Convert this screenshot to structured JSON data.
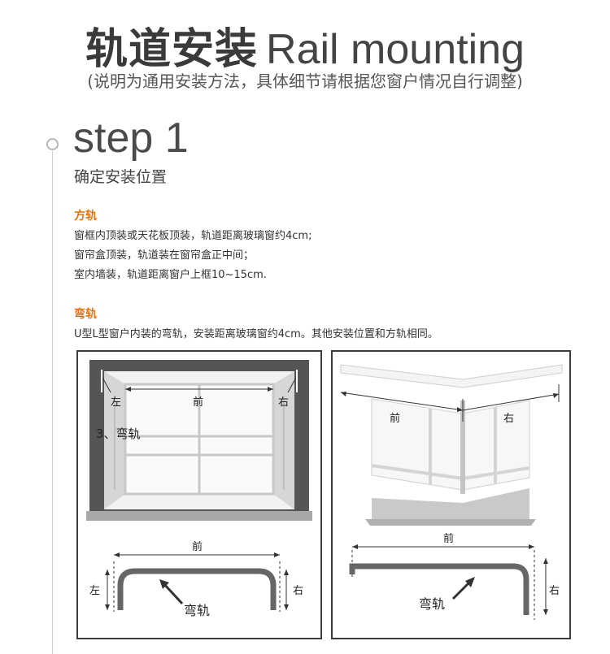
{
  "header": {
    "title_zh": "轨道安装",
    "title_en": "Rail mounting",
    "subtitle": "(说明为通用安装方法，具体细节请根据您窗户情况自行调整)"
  },
  "step": {
    "title": "step 1",
    "subtitle": "确定安装位置"
  },
  "square_rail": {
    "heading": "方轨",
    "lines": [
      "窗框内顶装或天花板顶装，轨道距离玻璃窗约4cm;",
      "窗帘盒顶装，轨道装在窗帘盒正中间；",
      "室内墙装，轨道距离窗户上框10~15cm."
    ]
  },
  "curved_rail": {
    "heading": "弯轨",
    "lines": [
      "U型L型窗户内装的弯轨，安装距离玻璃窗约4cm。其他安装位置和方轨相同。"
    ]
  },
  "diagram_u": {
    "label_left": "左",
    "label_front": "前",
    "label_right": "右",
    "overlay_text": "3、弯轨",
    "rail_label": "弯轨",
    "bottom_front": "前",
    "bottom_left": "左",
    "bottom_right": "右"
  },
  "diagram_l": {
    "label_front": "前",
    "label_right": "右",
    "rail_label": "弯轨",
    "bottom_front": "前",
    "bottom_right": "右"
  },
  "colors": {
    "accent": "#e8710a",
    "frame_dark": "#3c3c3c",
    "rail_gray": "#666666"
  }
}
